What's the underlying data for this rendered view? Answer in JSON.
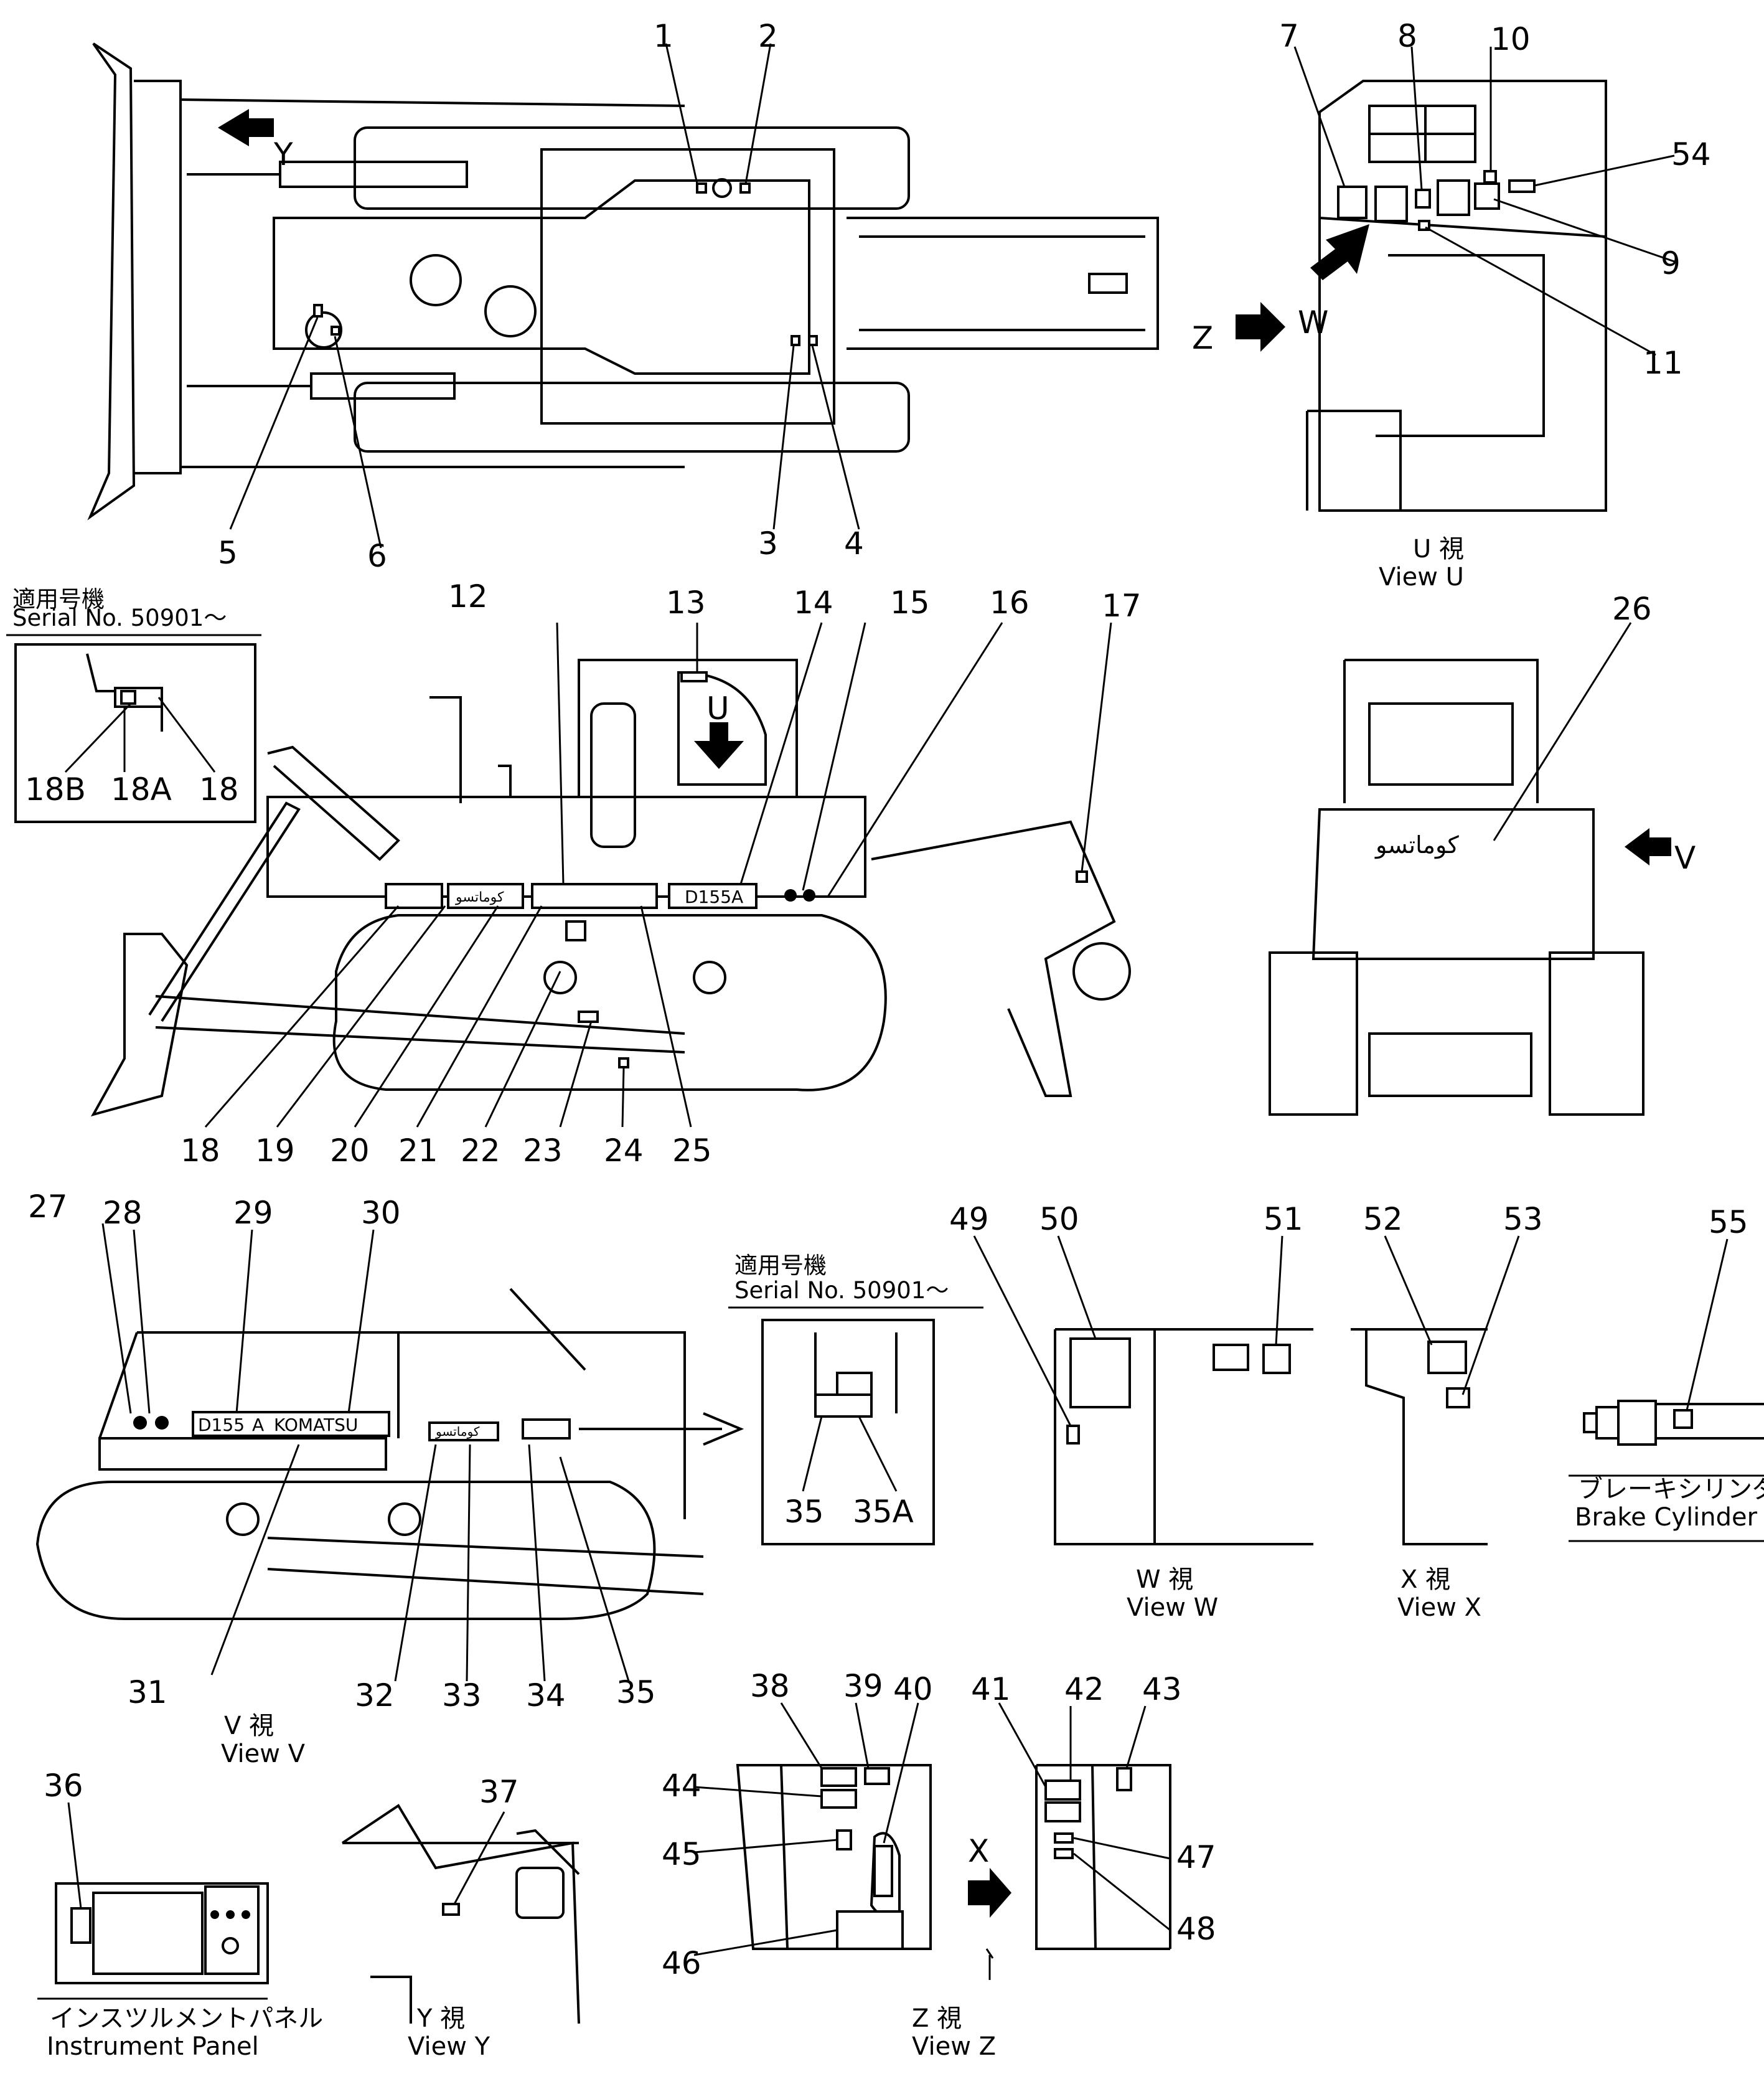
{
  "callouts": {
    "c1": "1",
    "c2": "2",
    "c3": "3",
    "c4": "4",
    "c5": "5",
    "c6": "6",
    "c7": "7",
    "c8": "8",
    "c9": "9",
    "c10": "10",
    "c11": "11",
    "c12": "12",
    "c13": "13",
    "c14": "14",
    "c15": "15",
    "c16": "16",
    "c17": "17",
    "c18": "18",
    "c18a": "18A",
    "c18b": "18B",
    "c18i": "18",
    "c19": "19",
    "c20": "20",
    "c21": "21",
    "c22": "22",
    "c23": "23",
    "c24": "24",
    "c25": "25",
    "c26": "26",
    "c27": "27",
    "c28": "28",
    "c29": "29",
    "c30": "30",
    "c31": "31",
    "c32": "32",
    "c33": "33",
    "c34": "34",
    "c35": "35",
    "c35i": "35",
    "c35a": "35A",
    "c36": "36",
    "c37": "37",
    "c38": "38",
    "c39": "39",
    "c40": "40",
    "c41": "41",
    "c42": "42",
    "c43": "43",
    "c44": "44",
    "c45": "45",
    "c46": "46",
    "c47": "47",
    "c48": "48",
    "c49": "49",
    "c50": "50",
    "c51": "51",
    "c52": "52",
    "c53": "53",
    "c54": "54",
    "c55": "55"
  },
  "arrows": {
    "y": "Y",
    "z": "Z",
    "w": "W",
    "u": "U",
    "v": "V",
    "x": "X"
  },
  "captions": {
    "view_u_jp": "U 視",
    "view_u": "View U",
    "view_v_jp": "V 視",
    "view_v": "View V",
    "view_w_jp": "W 視",
    "view_w": "View W",
    "view_x_jp": "X 視",
    "view_x": "View X",
    "view_y_jp": "Y 視",
    "view_y": "View Y",
    "view_z_jp": "Z 視",
    "view_z": "View Z",
    "brake_jp": "ブレーキシリンダ",
    "brake": "Brake Cylinder",
    "panel_jp": "インスツルメントパネル",
    "panel": "Instrument Panel"
  },
  "insets": {
    "left": {
      "jp": "適用号機",
      "serial": "Serial No. 50901～"
    },
    "right": {
      "jp": "適用号機",
      "serial": "Serial No. 50901～"
    }
  },
  "decals": {
    "model": "D155A",
    "model_split_a": "D155",
    "model_split_b": "A",
    "brand": "KOMATSU",
    "brand_script": "كوماتسو"
  }
}
